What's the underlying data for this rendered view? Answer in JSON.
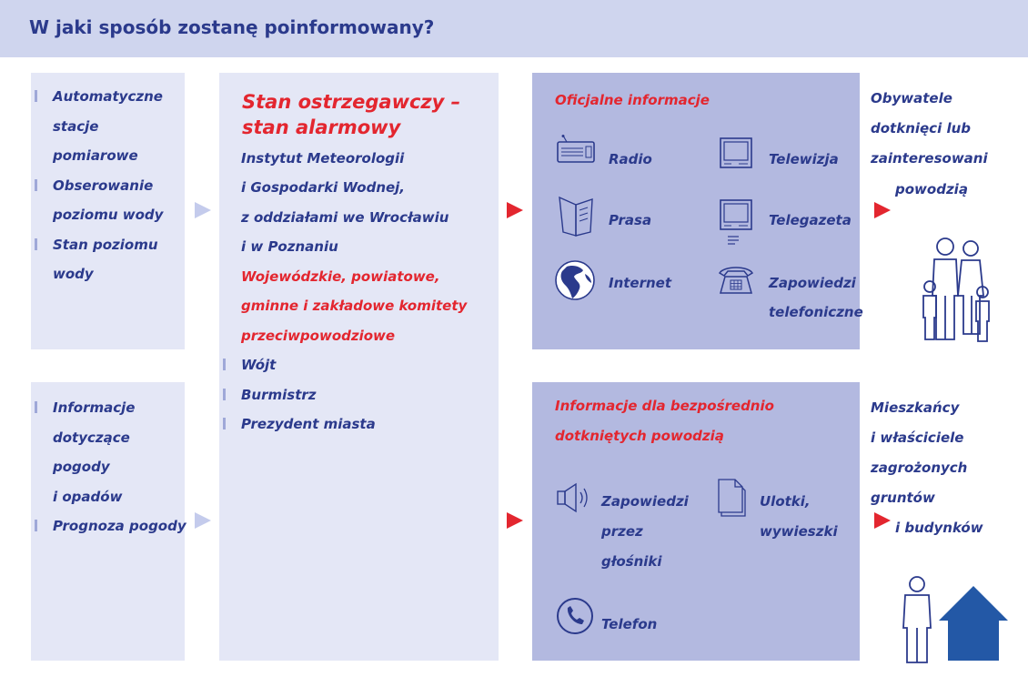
{
  "header": {
    "title": "W jaki sposób zostanę poinformowany?"
  },
  "sources_top": [
    "Automatyczne",
    "stacje",
    "pomiarowe",
    "Obserowanie",
    "poziomu wody",
    "Stan poziomu",
    "wody"
  ],
  "sources_bottom": [
    "Informacje",
    "dotyczące",
    "pogody",
    "i opadów",
    "Prognoza pogody"
  ],
  "center": {
    "title_line1": "Stan ostrzegawczy –",
    "title_line2": "stan alarmowy",
    "imgw_lines": [
      "Instytut Meteorologii",
      "i Gospodarki Wodnej,",
      "z oddziałami we Wrocławiu",
      "i w Poznaniu"
    ],
    "committees_lines": [
      "Wojewódzkie, powiatowe,",
      "gminne i zakładowe komitety",
      "przeciwpowodziowe"
    ],
    "officials": [
      "Wójt",
      "Burmistrz",
      "Prezydent miasta"
    ]
  },
  "official_info": {
    "title": "Oficjalne informacje",
    "radio": "Radio",
    "tv": "Telewizja",
    "press": "Prasa",
    "teletext": "Telegazeta",
    "internet": "Internet",
    "phone_line1": "Zapowiedzi",
    "phone_line2": "telefoniczne"
  },
  "direct_info": {
    "title_line1": "Informacje dla bezpośrednio",
    "title_line2": "dotkniętych powodzią",
    "speakers_lines": [
      "Zapowiedzi",
      "przez",
      "głośniki"
    ],
    "leaflets_lines": [
      "Ulotki,",
      "wywieszki"
    ],
    "telephone": "Telefon"
  },
  "audience_top": [
    "Obywatele",
    "dotknięci lub",
    "zainteresowani",
    "powodzią"
  ],
  "audience_bottom": [
    "Mieszkańcy",
    "i właściciele",
    "zagrożonych",
    "gruntów",
    "i budynków"
  ],
  "icons": [
    "radio-icon",
    "tv-icon",
    "newspaper-icon",
    "teletext-icon",
    "globe-icon",
    "telephone-icon",
    "speaker-icon",
    "document-icon",
    "phone-handset-icon",
    "family-icon",
    "person-icon",
    "house-icon"
  ],
  "colors": {
    "header_bg": "#cfd5ee",
    "box_light": "#e4e7f6",
    "box_dark": "#b3b9e0",
    "text_blue": "#2b3a8c",
    "accent_red": "#e3262f"
  }
}
